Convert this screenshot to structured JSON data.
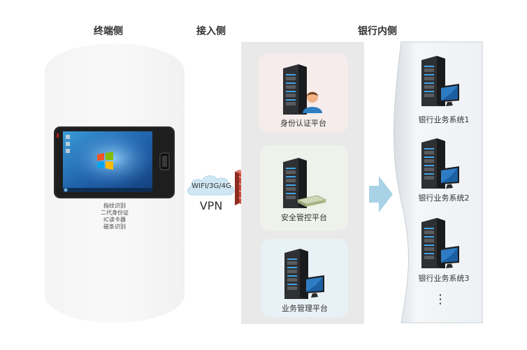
{
  "headers": {
    "terminal": "终端侧",
    "access": "接入侧",
    "bank": "银行内侧"
  },
  "terminal": {
    "features": [
      "指纹识别",
      "二代身份证",
      "IC读卡器",
      "磁条识别"
    ]
  },
  "access": {
    "network": "WIFI/3G/4G",
    "vpn": "VPN"
  },
  "platforms": [
    {
      "label": "身份认证平台"
    },
    {
      "label": "安全管控平台"
    },
    {
      "label": "业务管理平台"
    }
  ],
  "systems": [
    {
      "label": "银行业务系统1"
    },
    {
      "label": "银行业务系统2"
    },
    {
      "label": "银行业务系统3"
    }
  ],
  "ellipsis": "⋮",
  "colors": {
    "panel_gray": "#e9e9e9",
    "pink_box": "#f6ecec",
    "green_box": "#eef2ea",
    "blue_box": "#e8f1f6",
    "arrow": "#a9d2e6",
    "cloud": "#cfe6f3",
    "firewall": "#c0392b"
  }
}
